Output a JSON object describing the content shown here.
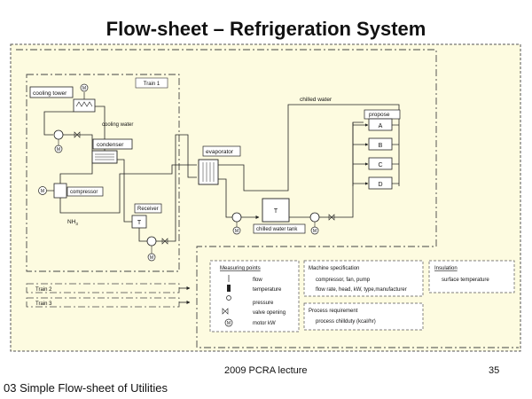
{
  "slide": {
    "title": "Flow-sheet – Refrigeration System",
    "lecture": "2009 PCRA lecture",
    "page_number": "35",
    "caption": "03 Simple Flow-sheet of Utilities"
  },
  "colors": {
    "background": "#fdfbe0",
    "line": "#222222",
    "box": "#ffffff",
    "frame": "#555555"
  },
  "diagram": {
    "train1": "Train 1",
    "train2": "Train 2",
    "train3": "Train 3",
    "cooling_tower": "cooling tower",
    "cooling_water": "cooling water",
    "condenser": "condenser",
    "compressor": "compressor",
    "receiver": "Receiver",
    "nh3": "NH",
    "nh3_sub": "3",
    "evaporator": "evaporator",
    "chilled_water_tank": "chilled water tank",
    "chilled_water": "chilled water",
    "propose": "propose",
    "process_a": "A",
    "process_b": "B",
    "process_c": "C",
    "process_d": "D",
    "motor_letter": "M"
  },
  "legend": {
    "measuring_title": "Measuring points",
    "items": [
      "flow",
      "temperature",
      "pressure",
      "valve opening",
      "motor kW"
    ],
    "machine_title": "Machine specification",
    "machine_line1": "compressor, fan, pump",
    "machine_line2": "flow rate, head, kW, type,manufacturer",
    "process_title": "Process requirement",
    "process_line1": "process chillduty (kcal/hr)",
    "insulation_title": "Insulation",
    "insulation_line1": "surface temperature"
  }
}
